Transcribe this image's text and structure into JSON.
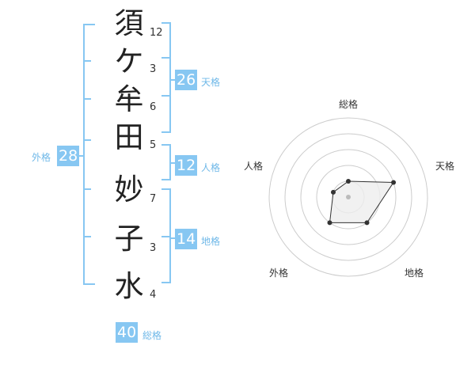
{
  "name_chars": [
    {
      "char": "須",
      "strokes": "12"
    },
    {
      "char": "ケ",
      "strokes": "3"
    },
    {
      "char": "牟",
      "strokes": "6"
    },
    {
      "char": "田",
      "strokes": "5"
    },
    {
      "char": "妙",
      "strokes": "7"
    },
    {
      "char": "子",
      "strokes": "3"
    },
    {
      "char": "水",
      "strokes": "4"
    }
  ],
  "fortunes": {
    "tenkaku": {
      "value": "26",
      "label": "天格"
    },
    "jinkaku": {
      "value": "12",
      "label": "人格"
    },
    "chikaku": {
      "value": "14",
      "label": "地格"
    },
    "gaikaku": {
      "value": "28",
      "label": "外格"
    },
    "soukaku": {
      "value": "40",
      "label": "総格"
    }
  },
  "radar": {
    "labels": [
      "総格",
      "天格",
      "地格",
      "外格",
      "人格"
    ],
    "levels": [
      1,
      3,
      2,
      2,
      1
    ],
    "max_level": 5,
    "colors": {
      "ring": "#cccccc",
      "shape_fill": "#eeeeee",
      "shape_stroke": "#333333",
      "point": "#333333",
      "center": "#bbbbbb"
    }
  },
  "colors": {
    "accent": "#87c7f2",
    "label": "#6fb8e8"
  }
}
